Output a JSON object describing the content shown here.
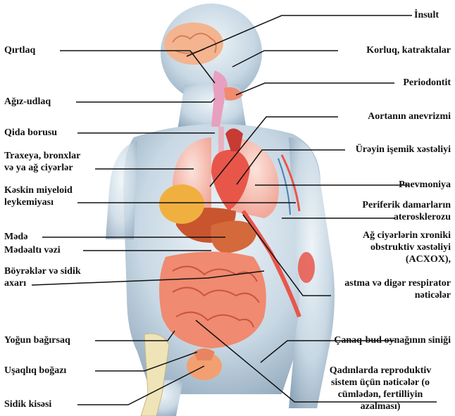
{
  "labels": {
    "left": {
      "qirtlaq": "Qırtlaq",
      "agiz_udlaq": "Ağız-udlaq",
      "qida_borusu": "Qida borusu",
      "traxeya": "Traxeya,  bronxlar\nvə ya ağ ciyərlər",
      "leykemiya": "Kəskin miyeloid\nleykemiyası",
      "mede": "Mədə",
      "medealti_vezi": "Mədəaltı vəzi",
      "boyrekler": "Böyrəklər və sidik\naxarı",
      "yogun_bagirsaq": "Yoğun bağırsaq",
      "usaqliq_bogazi": "Uşaqlıq boğazı",
      "sidik_kisesi": "Sidik kisəsi"
    },
    "right": {
      "insult": "İnsult",
      "korluq": "Korluq, katraktalar",
      "periodontit": "Periodontit",
      "aorta": "Aortanın anevrizmi",
      "ureyin": "Ürəyin işemik xəstəliyi",
      "pnevmoniya": "Pnevmoniya",
      "periferik": "Periferik damarların\naterosklerozu",
      "acxox": "Ağ ciyərlərin xroniki\nobstruktiv xəstəliyi\n(ACXOX),",
      "astma": "astma və digər respirator\nnəticələr",
      "canaq": "Çanaq-bud oynağının siniği",
      "qadinlarda": "Qadınlarda reproduktiv\nsistem üçün nəticələr (o\ncümlədən, fertilliyin\nazalması)"
    }
  },
  "colors": {
    "body_base": "#c8d8e4",
    "body_shade": "#8fa7bb",
    "organ_red": "#e8564a",
    "organ_pink": "#f2a89a",
    "intestine": "#f08a70",
    "liver": "#c9552f",
    "pancreas_yellow": "#f0b040",
    "bone": "#efe4b8",
    "line": "#111111"
  }
}
